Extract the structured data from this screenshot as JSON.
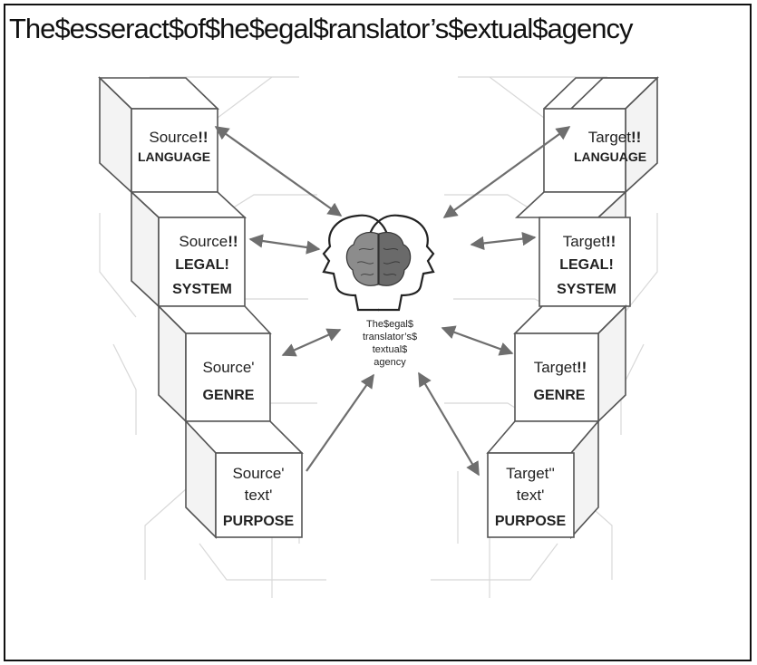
{
  "title": "The$esseract$of$he$egal$ranslator’s$extual$agency",
  "center_label": {
    "line1": "The$egal$",
    "line2": "translator’s$",
    "line3": "textual$",
    "line4": "agency"
  },
  "left_column": [
    {
      "line1": "Source",
      "mark": "!!",
      "line2": "LANGUAGE"
    },
    {
      "line1": "Source",
      "mark": "!!",
      "line2": "LEGAL!",
      "line3": "SYSTEM"
    },
    {
      "line1": "Source'",
      "mark": "",
      "line2": "GENRE"
    },
    {
      "line1": "Source'",
      "mark": "",
      "line1b": "text'",
      "line2": "PURPOSE"
    }
  ],
  "right_column": [
    {
      "line1": "Target",
      "mark": "!!",
      "line2": "LANGUAGE"
    },
    {
      "line1": "Target",
      "mark": "!!",
      "line2": "LEGAL!",
      "line3": "SYSTEM"
    },
    {
      "line1": "Target",
      "mark": "!!",
      "line2": "GENRE"
    },
    {
      "line1": "Target''",
      "mark": "",
      "line1b": "text'",
      "line2": "PURPOSE"
    }
  ],
  "colors": {
    "cube_stroke": "#555555",
    "cube_face": "#ffffff",
    "cube_side": "#f3f3f3",
    "ghost_grid": "#d8d8d8",
    "arrow": "#6e6e6e",
    "brain_left": "#8c8c8c",
    "brain_right": "#6a6a6a"
  }
}
